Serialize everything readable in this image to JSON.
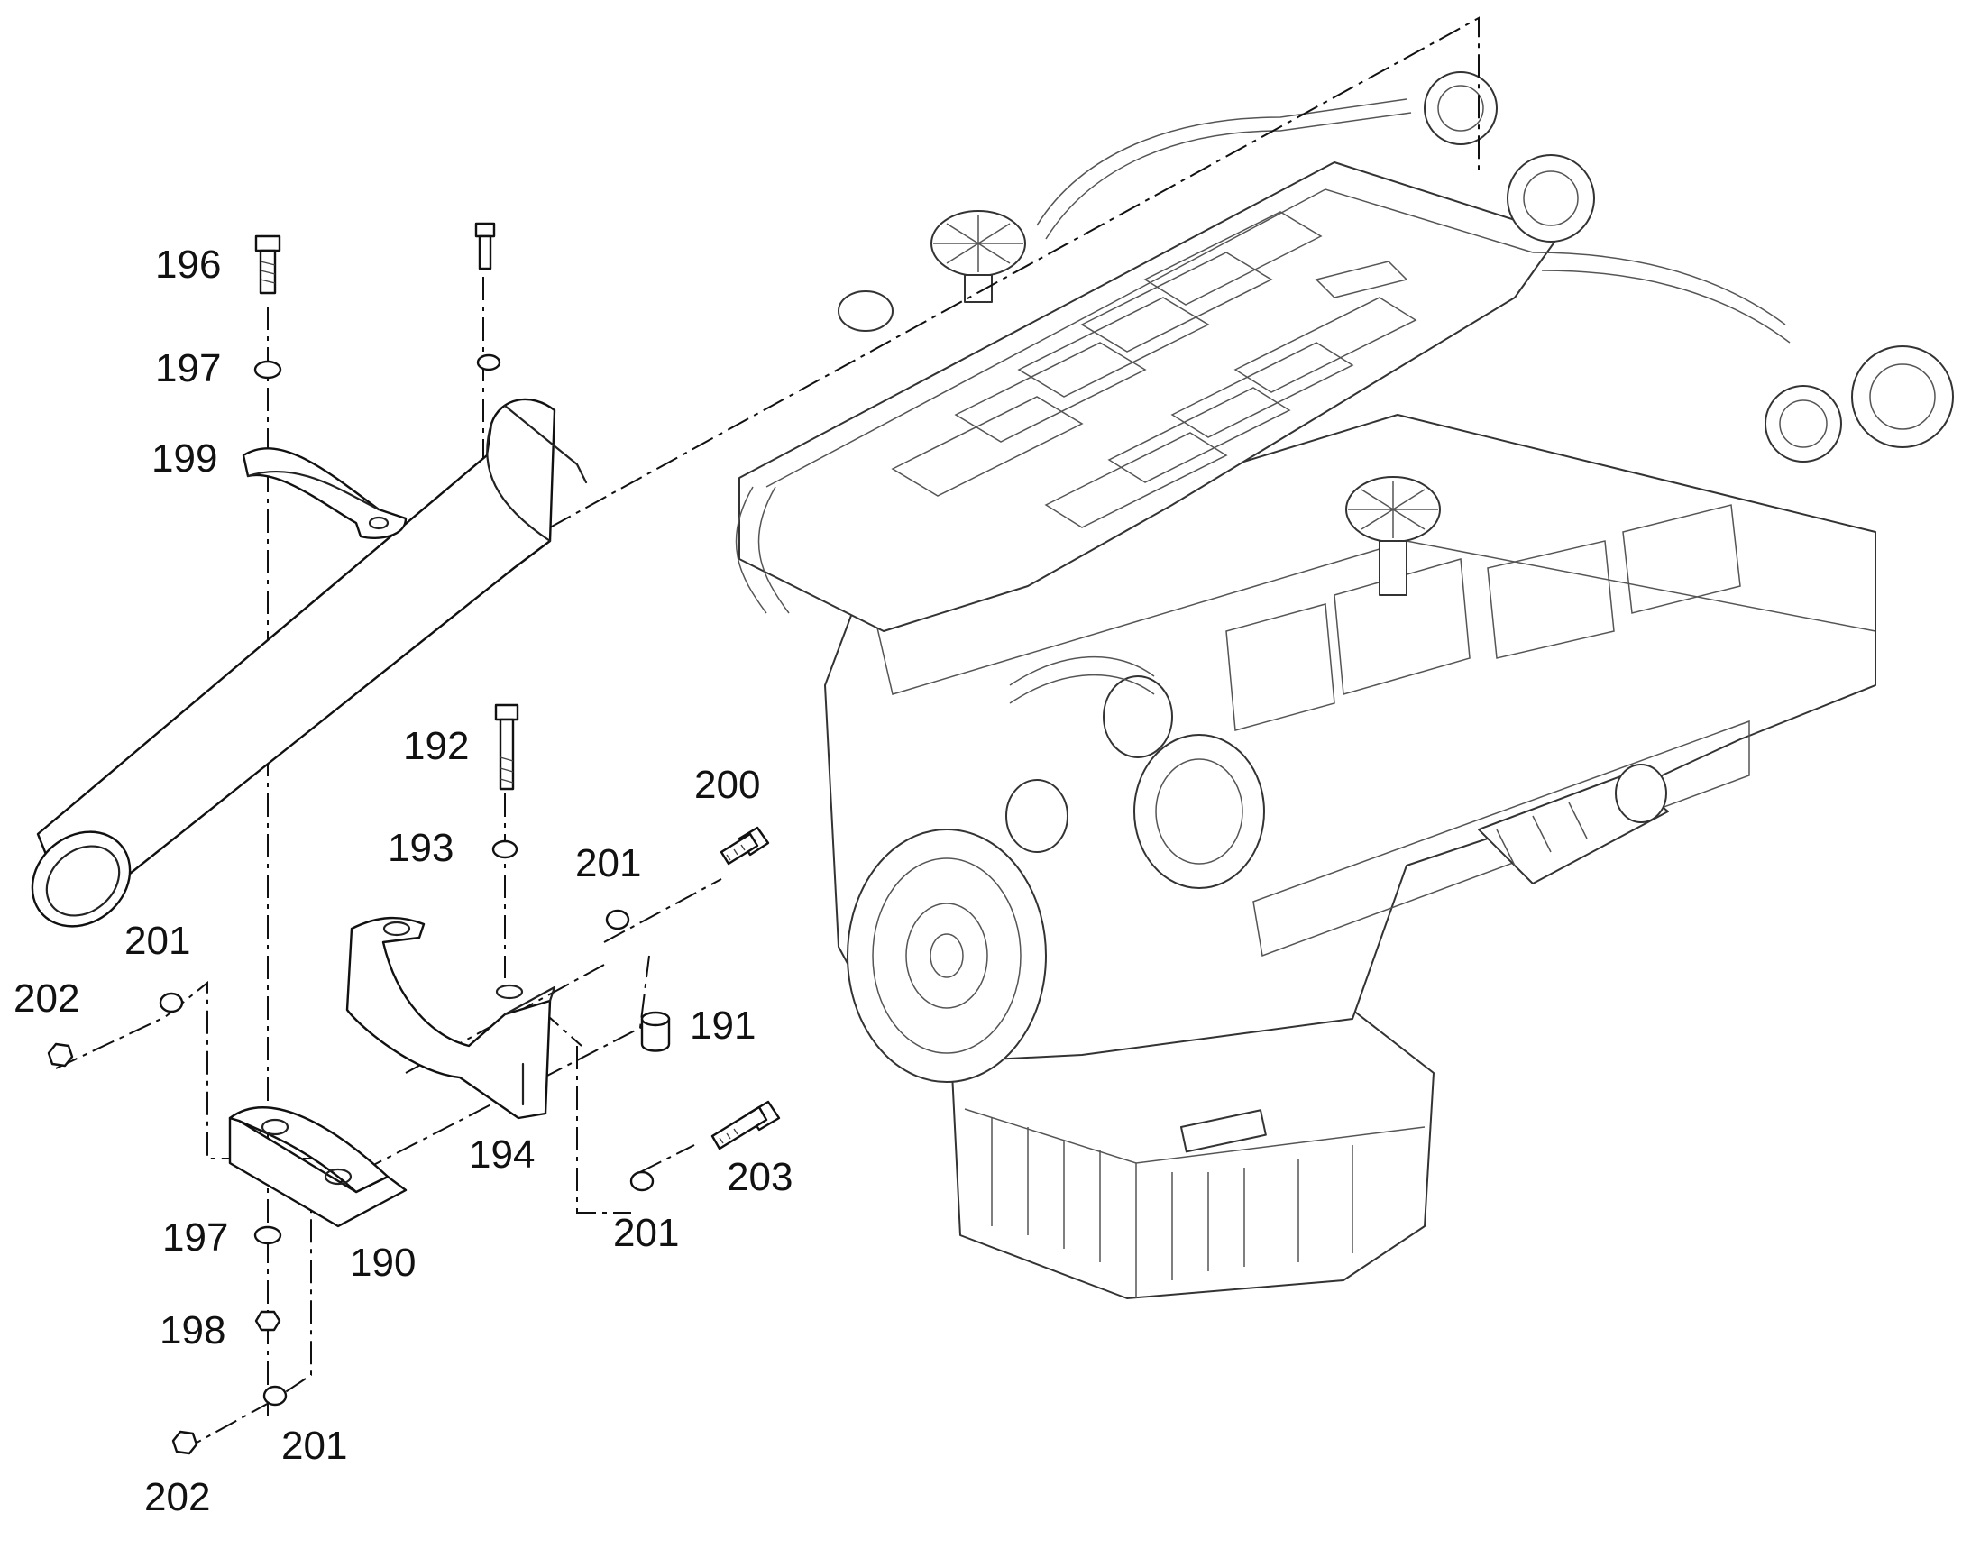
{
  "callouts": [
    {
      "id": "c196a",
      "label": "196"
    },
    {
      "id": "c197a",
      "label": "197"
    },
    {
      "id": "c199",
      "label": "199"
    },
    {
      "id": "c192",
      "label": "192"
    },
    {
      "id": "c193",
      "label": "193"
    },
    {
      "id": "c200",
      "label": "200"
    },
    {
      "id": "c201a",
      "label": "201"
    },
    {
      "id": "c201b",
      "label": "201"
    },
    {
      "id": "c202a",
      "label": "202"
    },
    {
      "id": "c191",
      "label": "191"
    },
    {
      "id": "c194",
      "label": "194"
    },
    {
      "id": "c203",
      "label": "203"
    },
    {
      "id": "c201c",
      "label": "201"
    },
    {
      "id": "c197b",
      "label": "197"
    },
    {
      "id": "c190",
      "label": "190"
    },
    {
      "id": "c198",
      "label": "198"
    },
    {
      "id": "c201d",
      "label": "201"
    },
    {
      "id": "c202b",
      "label": "202"
    }
  ]
}
